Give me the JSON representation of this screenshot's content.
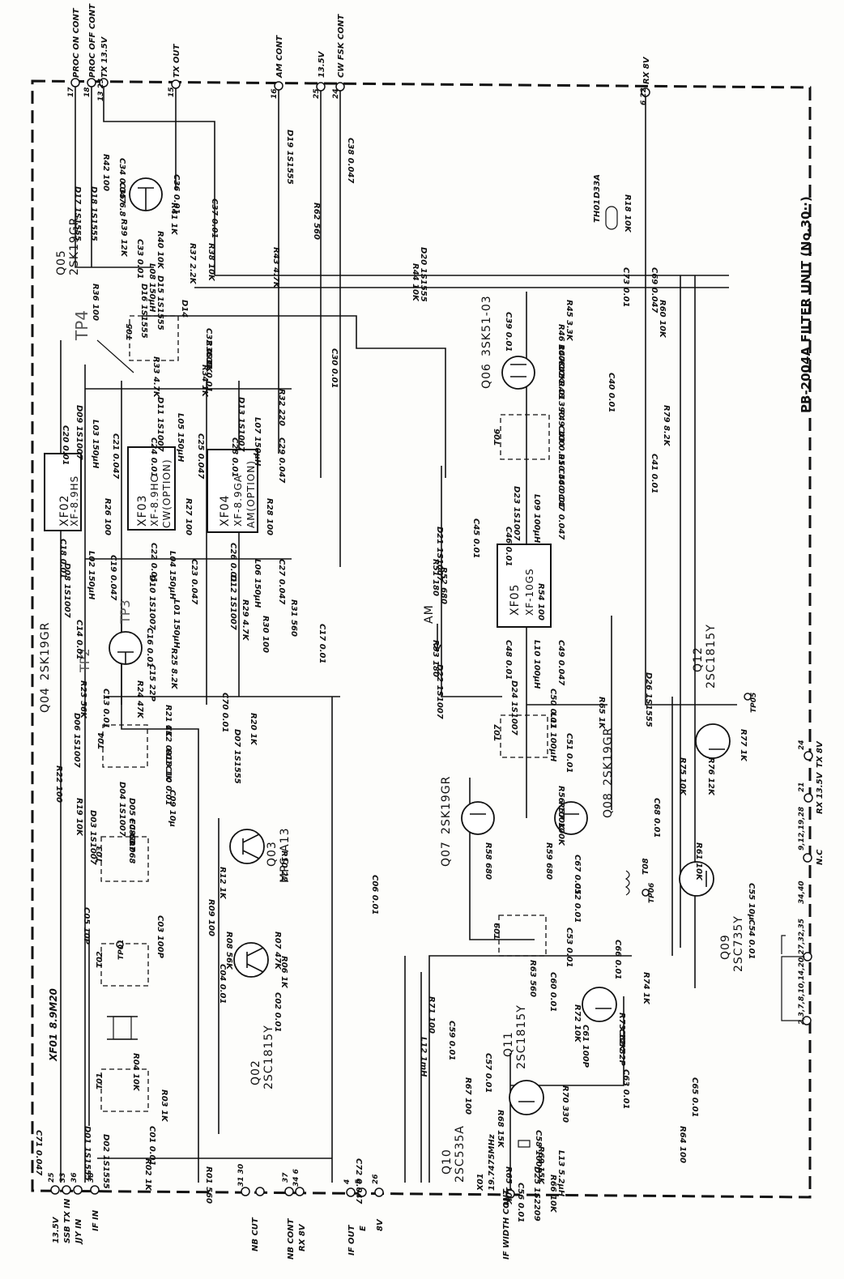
{
  "title": "PB-2004A FILTER UNIT (No.30··)",
  "connectors_top": [
    {
      "label": "PROC ON CONT",
      "pins": "17"
    },
    {
      "label": "PROC OFF CONT",
      "pins": "18"
    },
    {
      "label": "TX 13.5V",
      "pins": "13 23"
    },
    {
      "label": "TX OUT",
      "pins": "15"
    },
    {
      "label": "AM CONT",
      "pins": "16"
    },
    {
      "label": "13.5V",
      "pins": "25"
    },
    {
      "label": "CW FSK CONT",
      "pins": "24"
    },
    {
      "label": "RX 8V",
      "pins": "6 22"
    }
  ],
  "connectors_bottom": [
    {
      "label": "13.5V",
      "pins": "25"
    },
    {
      "label": "SSB TX IN",
      "pins": "33"
    },
    {
      "label": "JJY IN",
      "pins": "36"
    },
    {
      "label": "IF IN",
      "pins": "38"
    },
    {
      "label": "NB CUT",
      "pins": "31 30"
    },
    {
      "label": "NB CONT",
      "pins": "37"
    },
    {
      "label": "RX 8V",
      "pins": "34 6"
    },
    {
      "label": "IF OUT",
      "pins": "4"
    },
    {
      "label": "E",
      "pins": "5"
    },
    {
      "label": "8V",
      "pins": "26"
    },
    {
      "label": "IF WIDTH CONT",
      "pins": "11"
    }
  ],
  "connectors_right": [
    {
      "label": "TX 8V",
      "pins": "24"
    },
    {
      "label": "RX 13.5V",
      "pins": "21"
    },
    {
      "label": "N.C",
      "pins": "9,12,19,28"
    },
    {
      "label": "",
      "pins": "34,40"
    },
    {
      "label": "",
      "pins": "2,3,7,8,10,14,20,27,32,35"
    }
  ],
  "transistors": [
    {
      "ref": "Q02",
      "type": "2SC1815Y"
    },
    {
      "ref": "Q03",
      "type": "MPS-A13"
    },
    {
      "ref": "Q04",
      "type": "2SK19GR"
    },
    {
      "ref": "Q05",
      "type": "2SK19GR"
    },
    {
      "ref": "Q06",
      "type": "3SK51-03"
    },
    {
      "ref": "Q07",
      "type": "2SK19GR"
    },
    {
      "ref": "Q08",
      "type": "2SK19GR"
    },
    {
      "ref": "Q09",
      "type": "2SC735Y"
    },
    {
      "ref": "Q10",
      "type": "2SC535A"
    },
    {
      "ref": "Q11",
      "type": "2SC1815Y"
    },
    {
      "ref": "Q12",
      "type": "2SC1815Y"
    }
  ],
  "filters": [
    {
      "ref": "XF01",
      "type": "8.9M20"
    },
    {
      "ref": "XF02",
      "type": "XF-8.9HS",
      "note": ""
    },
    {
      "ref": "XF03",
      "type": "XF-8.9HC",
      "note": "CW(OPTION)"
    },
    {
      "ref": "XF04",
      "type": "XF-8.9GA",
      "note": "AM(OPTION)"
    },
    {
      "ref": "XF05",
      "type": "XF-10GS",
      "note": ""
    }
  ],
  "crystal": {
    "ref": "X01",
    "freq": "19.7475MHz"
  },
  "thermistor": {
    "ref": "TH01",
    "type": "D33A"
  },
  "transformers": [
    "T01",
    "T02",
    "T03",
    "T04",
    "T05",
    "T06",
    "T07",
    "T08",
    "T09"
  ],
  "test_points": [
    "TP01",
    "TP05",
    "TP06"
  ],
  "handwritten": [
    "TP4",
    "TP3",
    "TP2"
  ],
  "labels": {
    "am": "AM",
    "r42": "R42 100",
    "c34": "C34 0.047",
    "c35": "C35 6.8",
    "r39": "R39 12K",
    "r40": "R40 10K",
    "r41": "R41 1K",
    "c36": "C36 0.01",
    "c37": "C37 0.01",
    "c33": "C33 0.01",
    "l08": "L08 150μH",
    "r37": "R37 2.2K",
    "r38": "R38 10K",
    "d17": "D17 1S1555",
    "d18": "D18 1S1555",
    "d19": "D19 1S1555",
    "r36": "R36 100",
    "d16": "D16 1S1555",
    "d15": "D15 1S1555",
    "d14": "D14",
    "r62": "R62 560",
    "c38": "C38 0.047",
    "r43": "R43 4.7K",
    "d20": "D20 1S1555",
    "r44": "R44 10K",
    "r18t": "R18 10K",
    "c73": "C73 0.01",
    "c69": "C69 0.047",
    "r45": "R45 3.3K",
    "r60": "R60 10K",
    "c32": "C32 0.01",
    "r35": "R35 1K",
    "c31": "C31 0.01",
    "r34": "R34 1K",
    "r33": "R33 4.7K",
    "c30": "C30 0.01",
    "c39": "C39 0.01",
    "r46": "R46 100K",
    "r47": "R47 10K",
    "c42": "C42 0.01",
    "r48": "R48 390",
    "c40": "C40 0.01",
    "r79": "R79 8.2K",
    "r49": "R49 100",
    "c43": "C43 0.01",
    "r50": "R50 560",
    "c44": "C44 0.01",
    "c41": "C41 0.01",
    "d09": "D09 1S1007",
    "l03": "L03 150μH",
    "c20": "C20 0.01",
    "c21": "C21 0.047",
    "d11": "D11 1S1007",
    "c24": "C24 0.01",
    "l05": "L05 150μH",
    "c25": "C25 0.047",
    "d13": "D13 1S1007",
    "c28": "C28 0.01",
    "l07": "L07 150μH",
    "r32": "R32 220",
    "c29": "C29 0.047",
    "r26": "R26 100",
    "r27": "R27 100",
    "r28": "R28 100",
    "c18": "C18 0.01",
    "l02": "L02 150μH",
    "d08": "D08 1S1007",
    "c19": "C19 0.047",
    "c22": "C22 0.01",
    "l04": "L04 150μH",
    "d10": "D10 1S1007",
    "c23": "C23 0.047",
    "c26": "C26 0.01",
    "l06": "L06 150μH",
    "d12": "D12 1S1007",
    "c27": "C27 0.047",
    "r29": "R29 4.7K",
    "r31": "R31 560",
    "r30": "R30 100",
    "c17": "C17 0.01",
    "l01": "L01 150μH",
    "c16": "C16 0.01",
    "c14": "C14 0.01",
    "r25": "R25 8.2K",
    "c15": "C15 22P",
    "r23": "R23 56K",
    "r24": "R24 47K",
    "c13": "C13 0.01",
    "c70": "C70 0.01",
    "d06": "D06 1S1007",
    "r21": "R21 1K",
    "c12": "C12 0.01",
    "d07": "D07 1S1555",
    "r20": "R20 1K",
    "r18": "R18 1K",
    "c10": "C10 0.01",
    "c09": "C09 10μ",
    "d05": "D05 FC-63",
    "c08": "C08 0.068",
    "d04": "D04 1S1007",
    "d03": "D03 1S1007",
    "r19": "R19 10K",
    "r22": "R22 100",
    "c07": "C07",
    "r10": "R10 22",
    "r12": "R12 1K",
    "c06": "C06 0.01",
    "r09": "R09 100",
    "c05": "C05 10P",
    "c03": "C03 100P",
    "r08": "R08 56K",
    "r07": "R07 47K",
    "c04": "C04 0.01",
    "r06": "R06 1K",
    "c02": "C02 0.01",
    "r04": "R04 10K",
    "r03": "R03 1K",
    "c01": "C01 0.01",
    "d01": "D01 1S1555",
    "d02": "D02 1S1555",
    "r02": "R02 1K",
    "r01": "R01 560",
    "c71": "C71 0.047",
    "c72": "C72 0.047",
    "d21": "D21 1S1007",
    "c45": "C45 0.01",
    "r51": "R51 180",
    "r52": "R52 680",
    "r53": "R53 180",
    "d22": "D22 1S1007",
    "d23": "D23 1S1007",
    "l09": "L09 100μH",
    "c46": "C46 0.01",
    "c47": "C47 0.047",
    "r54": "R54 100",
    "c48": "C48 0.01",
    "l10": "L10 100μH",
    "c49": "C49 0.047",
    "d24": "D24 1S1007",
    "c50": "C50 0.01",
    "l11": "L11 100μH",
    "c51": "C51 0.01",
    "r65": "R65 1K",
    "d26": "D26 1S1555",
    "r56": "R56 100K",
    "r57": "R57 100K",
    "r58": "R58 680",
    "r59": "R59 680",
    "c67": "C67 0.01",
    "c52": "C52 0.01",
    "c68": "C68 0.01",
    "r77": "R77 1K",
    "r75": "R75 10K",
    "r76": "R76 12K",
    "r61": "R61 10K",
    "c55": "C55 10μ",
    "c54": "C54 0.01",
    "c53": "C53 0.01",
    "r63": "R63 560",
    "c66": "C66 0.01",
    "c60": "C60 0.01",
    "r74": "R74 1K",
    "r72": "R72 10K",
    "r73": "R73 12K",
    "c61": "C61 100P",
    "c62": "C62 82P",
    "c63": "C63 0.01",
    "r71": "R71 100",
    "c59": "C59 0.01",
    "l12": "L12 1mH",
    "c57": "C57 0.01",
    "r67": "R67 100",
    "r70": "R70 330",
    "r68": "R68 15K",
    "c58": "C58 100P",
    "r69": "R69 15K",
    "l13": "L13 5.2μH",
    "d25": "D25 1S2209",
    "r66": "R66 10K",
    "r65b": "R65 10K",
    "c56": "C56 0.01",
    "r64": "R64 100",
    "c65": "C65 0.01"
  }
}
